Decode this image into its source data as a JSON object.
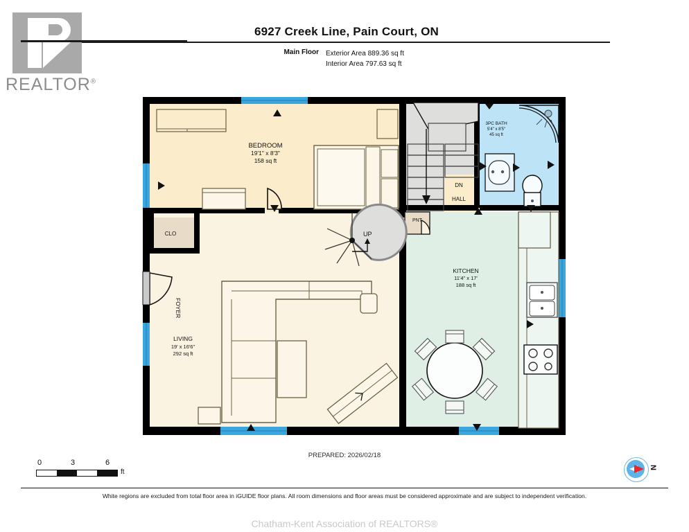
{
  "logo": {
    "brand": "REALTOR",
    "registered": "®",
    "mark": "r-logo-icon"
  },
  "header": {
    "title": "6927 Creek Line, Pain Court, ON",
    "floor_label": "Main Floor",
    "exterior_area": "Exterior Area 889.36 sq ft",
    "interior_area": "Interior Area 797.63 sq ft"
  },
  "rooms": [
    {
      "name": "BEDROOM",
      "dims": "19'1\" x 8'3\"",
      "area": "158 sq ft"
    },
    {
      "name": "3PC BATH",
      "dims": "5'4\" x 8'5\"",
      "area": "45 sq ft"
    },
    {
      "name": "KITCHEN",
      "dims": "11'4\" x 17'",
      "area": "188 sq ft"
    },
    {
      "name": "LIVING",
      "dims": "19' x 16'6\"",
      "area": "292 sq ft"
    }
  ],
  "labels": {
    "clo": "CLO",
    "foyer": "FOYER",
    "pnt": "PNT",
    "hall": "HALL",
    "dn": "DN",
    "up": "UP"
  },
  "scale": {
    "ticks": [
      "0",
      "3",
      "6"
    ],
    "unit": "ft"
  },
  "compass": {
    "north": "N"
  },
  "prepared": "PREPARED: 2026/02/18",
  "disclaimer": "White regions are excluded from total floor area in iGUIDE floor plans. All room dimensions and floor areas must be considered approximate and are subject to independent verification.",
  "association": "Chatham-Kent Association of REALTORS®",
  "colors": {
    "bedroom_fill": "#fbeccb",
    "living_fill": "#fbf3e2",
    "kitchen_fill": "#dfefe6",
    "bath_fill": "#bde3f7",
    "stair_fill": "#dedede",
    "closet_fill": "#e8dcc8",
    "wall": "#000000",
    "window": "#3ba5dd",
    "accent_red": "#e8272c"
  }
}
